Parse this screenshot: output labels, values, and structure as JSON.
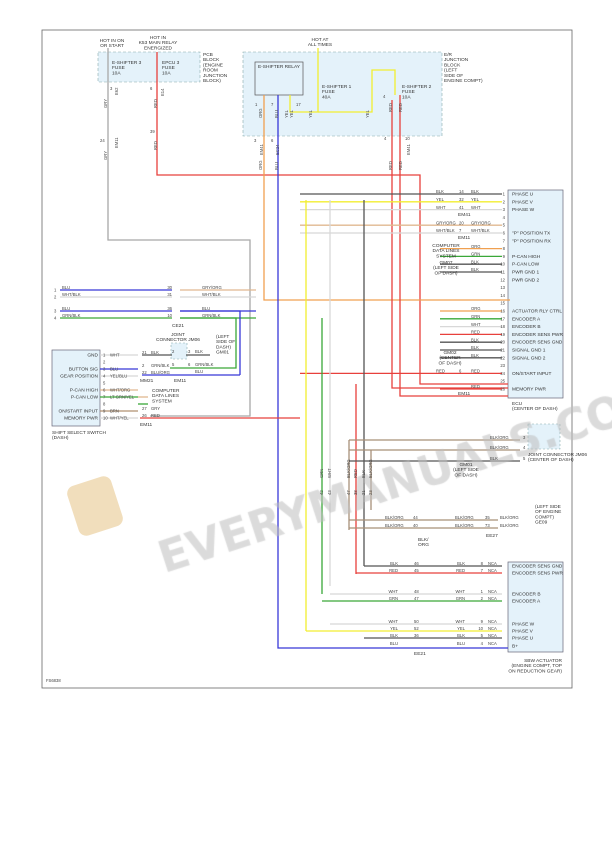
{
  "colors": {
    "RED": "#e8403c",
    "GRY": "#a8a8a8",
    "ORG": "#f0a050",
    "BLU": "#3838d8",
    "YEL": "#f2ee30",
    "GRN": "#3aa838",
    "BLK": "#555555",
    "WHT": "#d8d8d8",
    "BRN": "#b09070",
    "BLKORG": "#a89078",
    "GRYORG": "#e0b890",
    "block": "#e4f2fa"
  },
  "top": {
    "hot_on_start": [
      "HOT IN ON",
      "OR START"
    ],
    "hot_k53": [
      "HOT IN",
      "K53 MAIN RELAY",
      "ENERGIZED"
    ],
    "fuse_eshifter3": [
      "E-SHIFTER 3",
      "FUSE",
      "10A"
    ],
    "fuse_epcu3": [
      "EPCU 3",
      "FUSE",
      "10A"
    ],
    "pcb_block": [
      "PCB",
      "BLOCK",
      "(ENGINE",
      "ROOM",
      "JUNCTION",
      "BLOCK)"
    ],
    "hot_all_times": [
      "HOT AT",
      "ALL TIMES"
    ],
    "relay_title": "E-SHIFTER RELAY",
    "fuse_eshifter1": [
      "E-SHIFTER 1",
      "FUSE",
      "40A"
    ],
    "fuse_eshifter2": [
      "E-SHIFTER 2",
      "FUSE",
      "10A"
    ],
    "er_block": [
      "E/R",
      "JUNCTION",
      "BLOCK",
      "(LEFT",
      "SIDE OF",
      "ENGINE COMPT)"
    ],
    "wire_labels": [
      "GRY",
      "E62",
      "RED",
      "E14",
      "GRY",
      "EM11",
      "RED",
      "ORG",
      "BLU",
      "YEL",
      "YEL",
      "YEL",
      "YEL",
      "RED",
      "RED",
      "ORG",
      "BLU",
      "EM41",
      "EC24",
      "RED",
      "RED",
      "EM41"
    ],
    "cavities": [
      "3",
      "6",
      "24",
      "39",
      "1",
      "7",
      "3",
      "4",
      "6",
      "17",
      "4",
      "10"
    ]
  },
  "ecu": {
    "pins": [
      "PHASE U",
      "PHASE V",
      "PHASE W",
      "",
      "",
      "\"P\" POSITION TX",
      "\"P\" POSITION RX",
      "",
      "P-CAN HIGH",
      "P-CAN LOW",
      "PWR GND 1",
      "PWR GND 2",
      "",
      "",
      "",
      "ACTUATOR RLY CTRL",
      "ENCODER A",
      "ENCODER B",
      "ENCODER SENS PWR",
      "ENCODER SENS GND",
      "SIGNAL GND 1",
      "SIGNAL GND 2",
      "",
      "ON/START INPUT",
      "",
      "MEMORY PWR"
    ],
    "title": [
      "ECU",
      "(CENTER OF DASH)"
    ],
    "wires": [
      {
        "l": "BLK",
        "c": "14",
        "r": "BLK",
        "p": "1",
        "col": "BLK"
      },
      {
        "l": "YEL",
        "c": "32",
        "r": "YEL",
        "p": "2",
        "col": "YEL"
      },
      {
        "l": "WHT",
        "c": "41",
        "r": "WHT",
        "p": "3",
        "col": "WHT"
      },
      {
        "l": "",
        "c": "",
        "r": "",
        "p": "4",
        "col": ""
      },
      {
        "l": "GRY/ORG",
        "c": "20",
        "r": "GRY/ORG",
        "p": "5",
        "col": "GRYORG"
      },
      {
        "l": "WHT/BLK",
        "c": "7",
        "r": "WHT/BLK",
        "p": "6",
        "col": "WHT"
      },
      {
        "l": "",
        "c": "",
        "r": "",
        "p": "7",
        "col": ""
      },
      {
        "l": "",
        "c": "",
        "r": "ORG",
        "p": "8",
        "col": "ORG"
      },
      {
        "l": "",
        "c": "",
        "r": "GRN",
        "p": "9",
        "col": "GRN"
      },
      {
        "l": "",
        "c": "",
        "r": "BLK",
        "p": "10",
        "col": "BLK"
      },
      {
        "l": "",
        "c": "",
        "r": "BLK",
        "p": "11",
        "col": "BLK"
      },
      {
        "l": "",
        "c": "",
        "r": "",
        "p": "12",
        "col": ""
      },
      {
        "l": "",
        "c": "",
        "r": "",
        "p": "13",
        "col": ""
      },
      {
        "l": "",
        "c": "",
        "r": "",
        "p": "14",
        "col": ""
      },
      {
        "l": "",
        "c": "",
        "r": "",
        "p": "15",
        "col": ""
      },
      {
        "l": "",
        "c": "",
        "r": "ORG",
        "p": "16",
        "col": "ORG"
      },
      {
        "l": "",
        "c": "",
        "r": "GRN",
        "p": "17",
        "col": "GRN"
      },
      {
        "l": "",
        "c": "",
        "r": "WHT",
        "p": "18",
        "col": "WHT"
      },
      {
        "l": "",
        "c": "",
        "r": "RED",
        "p": "19",
        "col": "RED"
      },
      {
        "l": "",
        "c": "",
        "r": "BLK",
        "p": "20",
        "col": "BLK"
      },
      {
        "l": "",
        "c": "",
        "r": "BLK",
        "p": "21",
        "col": "BLK"
      },
      {
        "l": "",
        "c": "",
        "r": "BLK",
        "p": "22",
        "col": "BLK"
      },
      {
        "l": "",
        "c": "",
        "r": "",
        "p": "23",
        "col": ""
      },
      {
        "l": "RED",
        "c": "6",
        "r": "RED",
        "p": "24",
        "col": "RED"
      },
      {
        "l": "",
        "c": "",
        "r": "",
        "p": "25",
        "col": ""
      },
      {
        "l": "",
        "c": "",
        "r": "RED",
        "p": "26",
        "col": "RED"
      }
    ],
    "conn_labels": [
      "EM41",
      "EM11",
      "EM11"
    ],
    "computer_data": [
      "COMPUTER",
      "DATA LINES",
      "SYSTEM"
    ],
    "gm07": [
      "GM07",
      "(LEFT SIDE",
      "OF DASH)"
    ],
    "gm02": [
      "GM02",
      "(CENTER",
      "OF DASH)"
    ]
  },
  "left": {
    "rows": [
      {
        "n": "1",
        "l": "BLU",
        "c": "30",
        "r": "GRY/ORG",
        "col": "BLU"
      },
      {
        "n": "2",
        "l": "WHT/BLK",
        "c": "31",
        "r": "WHT/BLK",
        "col": "WHT"
      },
      {
        "n": "3",
        "l": "BLU",
        "c": "36",
        "r": "BLU",
        "col": "BLU"
      },
      {
        "n": "4",
        "l": "GRN/BLK",
        "c": "10",
        "r": "GRN/BLK",
        "col": "GRN"
      }
    ],
    "conn": "CE21"
  },
  "switch": {
    "pins": [
      {
        "n": "1",
        "label": "GND",
        "w": "WHT"
      },
      {
        "n": "2",
        "label": "",
        "w": ""
      },
      {
        "n": "3",
        "label": "BUTTON SIG",
        "w": "BLU"
      },
      {
        "n": "4",
        "label": "GEAR POSITION",
        "w": "YEL/BLU"
      },
      {
        "n": "5",
        "label": "",
        "w": ""
      },
      {
        "n": "6",
        "label": "P-CAN HIGH",
        "w": "WHT/ORG"
      },
      {
        "n": "7",
        "label": "P-CAN LOW",
        "w": "LT GRN/YEL"
      },
      {
        "n": "8",
        "label": "",
        "w": ""
      },
      {
        "n": "9",
        "label": "ON/START INPUT",
        "w": "BRN"
      },
      {
        "n": "10",
        "label": "MEMORY PWR",
        "w": "WHT/YEL"
      }
    ],
    "title": [
      "SHIFT SELECT SWITCH",
      "(DASH)"
    ],
    "mid": [
      {
        "c": "21",
        "w": "BLK"
      },
      {
        "c": "2",
        "w": "GRN/BLK"
      },
      {
        "c": "22",
        "w": "BLU/ORG"
      },
      {
        "c": "27",
        "w": "GRY"
      },
      {
        "c": "26",
        "w": "RED"
      }
    ],
    "joint": [
      "JOINT",
      "CONNECTOR JM06"
    ],
    "joint_pins": [
      "2",
      "3",
      "5",
      "6"
    ],
    "joint_wires": [
      "BLK",
      "GRN/BLK",
      "BLU"
    ],
    "gm01": [
      "(LEFT",
      "SIDE OF",
      "DASH)",
      "GM01"
    ],
    "conns": [
      "MM21",
      "EM11",
      "EM11"
    ],
    "computer_data": [
      "COMPUTER",
      "DATA LINES",
      "SYSTEM"
    ]
  },
  "middle": {
    "vlabels": [
      "GRN",
      "WHT",
      "BLK/ORG",
      "RED",
      "BLK",
      "BLK/ORG"
    ],
    "vcav": [
      "42",
      "43",
      "47",
      "38",
      "21",
      "23"
    ],
    "joint_jm06": [
      "JOINT CONNECTOR JM06",
      "(CENTER OF DASH)"
    ],
    "jm06_wires": [
      {
        "w": "BLK/ORG",
        "p": "3"
      },
      {
        "w": "BLK/ORG",
        "p": "4"
      },
      {
        "w": "BLK",
        "p": "5"
      }
    ],
    "gm01": [
      "GM01",
      "(LEFT SIDE",
      "OF DASH)"
    ],
    "bko": [
      {
        "w": "BLK/ORG",
        "c": "44",
        "w2": "BLK/ORG",
        "c2": "35",
        "w3": "BLK/ORG"
      },
      {
        "w": "BLK/ORG",
        "c": "40",
        "w2": "BLK/ORG",
        "c2": "73",
        "w3": "BLK/ORG"
      }
    ],
    "eg": [
      "(LEFT SIDE",
      "OF ENGINE",
      "COMPT)",
      "GE09"
    ],
    "conn": "EE27",
    "blk_org": [
      "BLK/",
      "ORG"
    ]
  },
  "actuator": {
    "rows": [
      {
        "l": "BLK",
        "c": "46",
        "r": "BLK",
        "p": "8",
        "pin": "ENCODER SENS GND",
        "col": "BLK"
      },
      {
        "l": "RED",
        "c": "45",
        "r": "RED",
        "p": "7",
        "pin": "ENCODER SENS PWR",
        "col": "RED"
      },
      {
        "l": "WHT",
        "c": "48",
        "r": "WHT",
        "p": "1",
        "pin": "ENCODER B",
        "col": "WHT"
      },
      {
        "l": "GRN",
        "c": "47",
        "r": "GRN",
        "p": "2",
        "pin": "ENCODER A",
        "col": "GRN"
      },
      {
        "l": "WHT",
        "c": "50",
        "r": "WHT",
        "p": "9",
        "pin": "PHASE W",
        "col": "WHT"
      },
      {
        "l": "YEL",
        "c": "52",
        "r": "YEL",
        "p": "10",
        "pin": "PHASE V",
        "col": "YEL"
      },
      {
        "l": "BLK",
        "c": "36",
        "r": "BLK",
        "p": "5",
        "pin": "PHASE U",
        "col": "BLK"
      },
      {
        "l": "BLU",
        "c": "",
        "r": "BLU",
        "p": "4",
        "pin": "B+",
        "col": "BLU"
      }
    ],
    "nca": "NCA",
    "conn": "EE21",
    "title": [
      "SBW ACTUATOR",
      "(ENGINE COMPT, TOP",
      "ON REDUCTION GEAR)"
    ]
  },
  "footer_code": "FS6838",
  "watermark": "EVERYMANUALS.COM"
}
